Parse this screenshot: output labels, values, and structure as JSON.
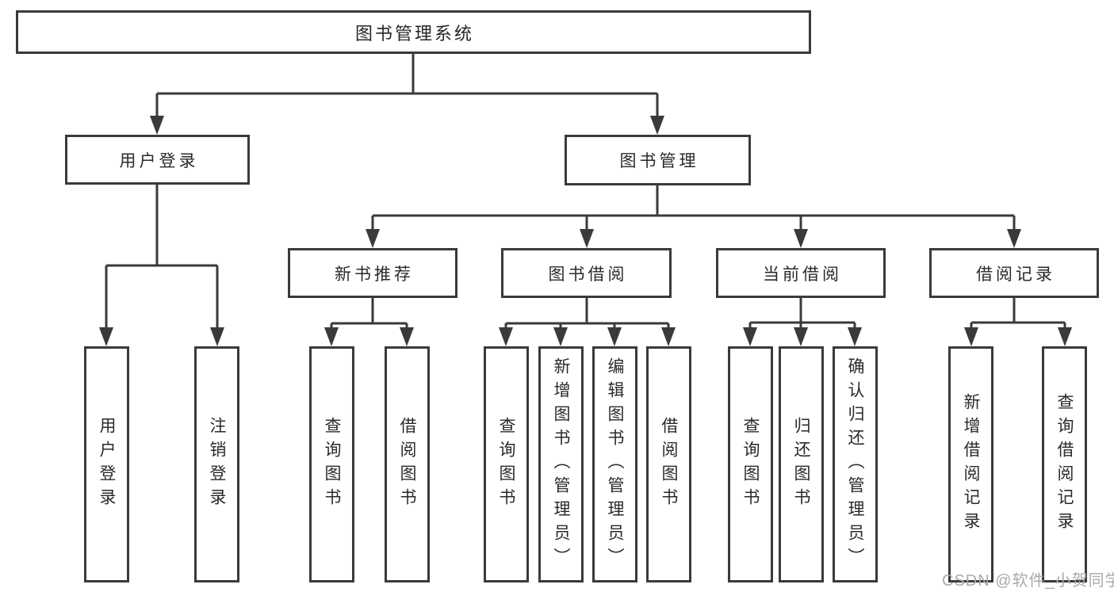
{
  "diagram": {
    "root": {
      "label": "图书管理系统"
    },
    "user_login_branch": {
      "label": "用户登录",
      "children": [
        {
          "label": "用户登录"
        },
        {
          "label": "注销登录"
        }
      ]
    },
    "book_mgmt_branch": {
      "label": "图书管理",
      "sections": [
        {
          "label": "新书推荐",
          "children": [
            {
              "label": "查询图书"
            },
            {
              "label": "借阅图书"
            }
          ]
        },
        {
          "label": "图书借阅",
          "children": [
            {
              "label": "查询图书"
            },
            {
              "label": "新增图书（管理员）"
            },
            {
              "label": "编辑图书（管理员）"
            },
            {
              "label": "借阅图书"
            }
          ]
        },
        {
          "label": "当前借阅",
          "children": [
            {
              "label": "查询图书"
            },
            {
              "label": "归还图书"
            },
            {
              "label": "确认归还（管理员）"
            }
          ]
        },
        {
          "label": "借阅记录",
          "children": [
            {
              "label": "新增借阅记录"
            },
            {
              "label": "查询借阅记录"
            }
          ]
        }
      ]
    }
  },
  "watermark": {
    "text": "CSDN @软件_小贺同学"
  },
  "colors": {
    "line": "#3a3a3a",
    "box_border": "#3a3a3a",
    "text": "#2a2a2a",
    "watermark": "#aaaaae",
    "background": "#ffffff"
  }
}
